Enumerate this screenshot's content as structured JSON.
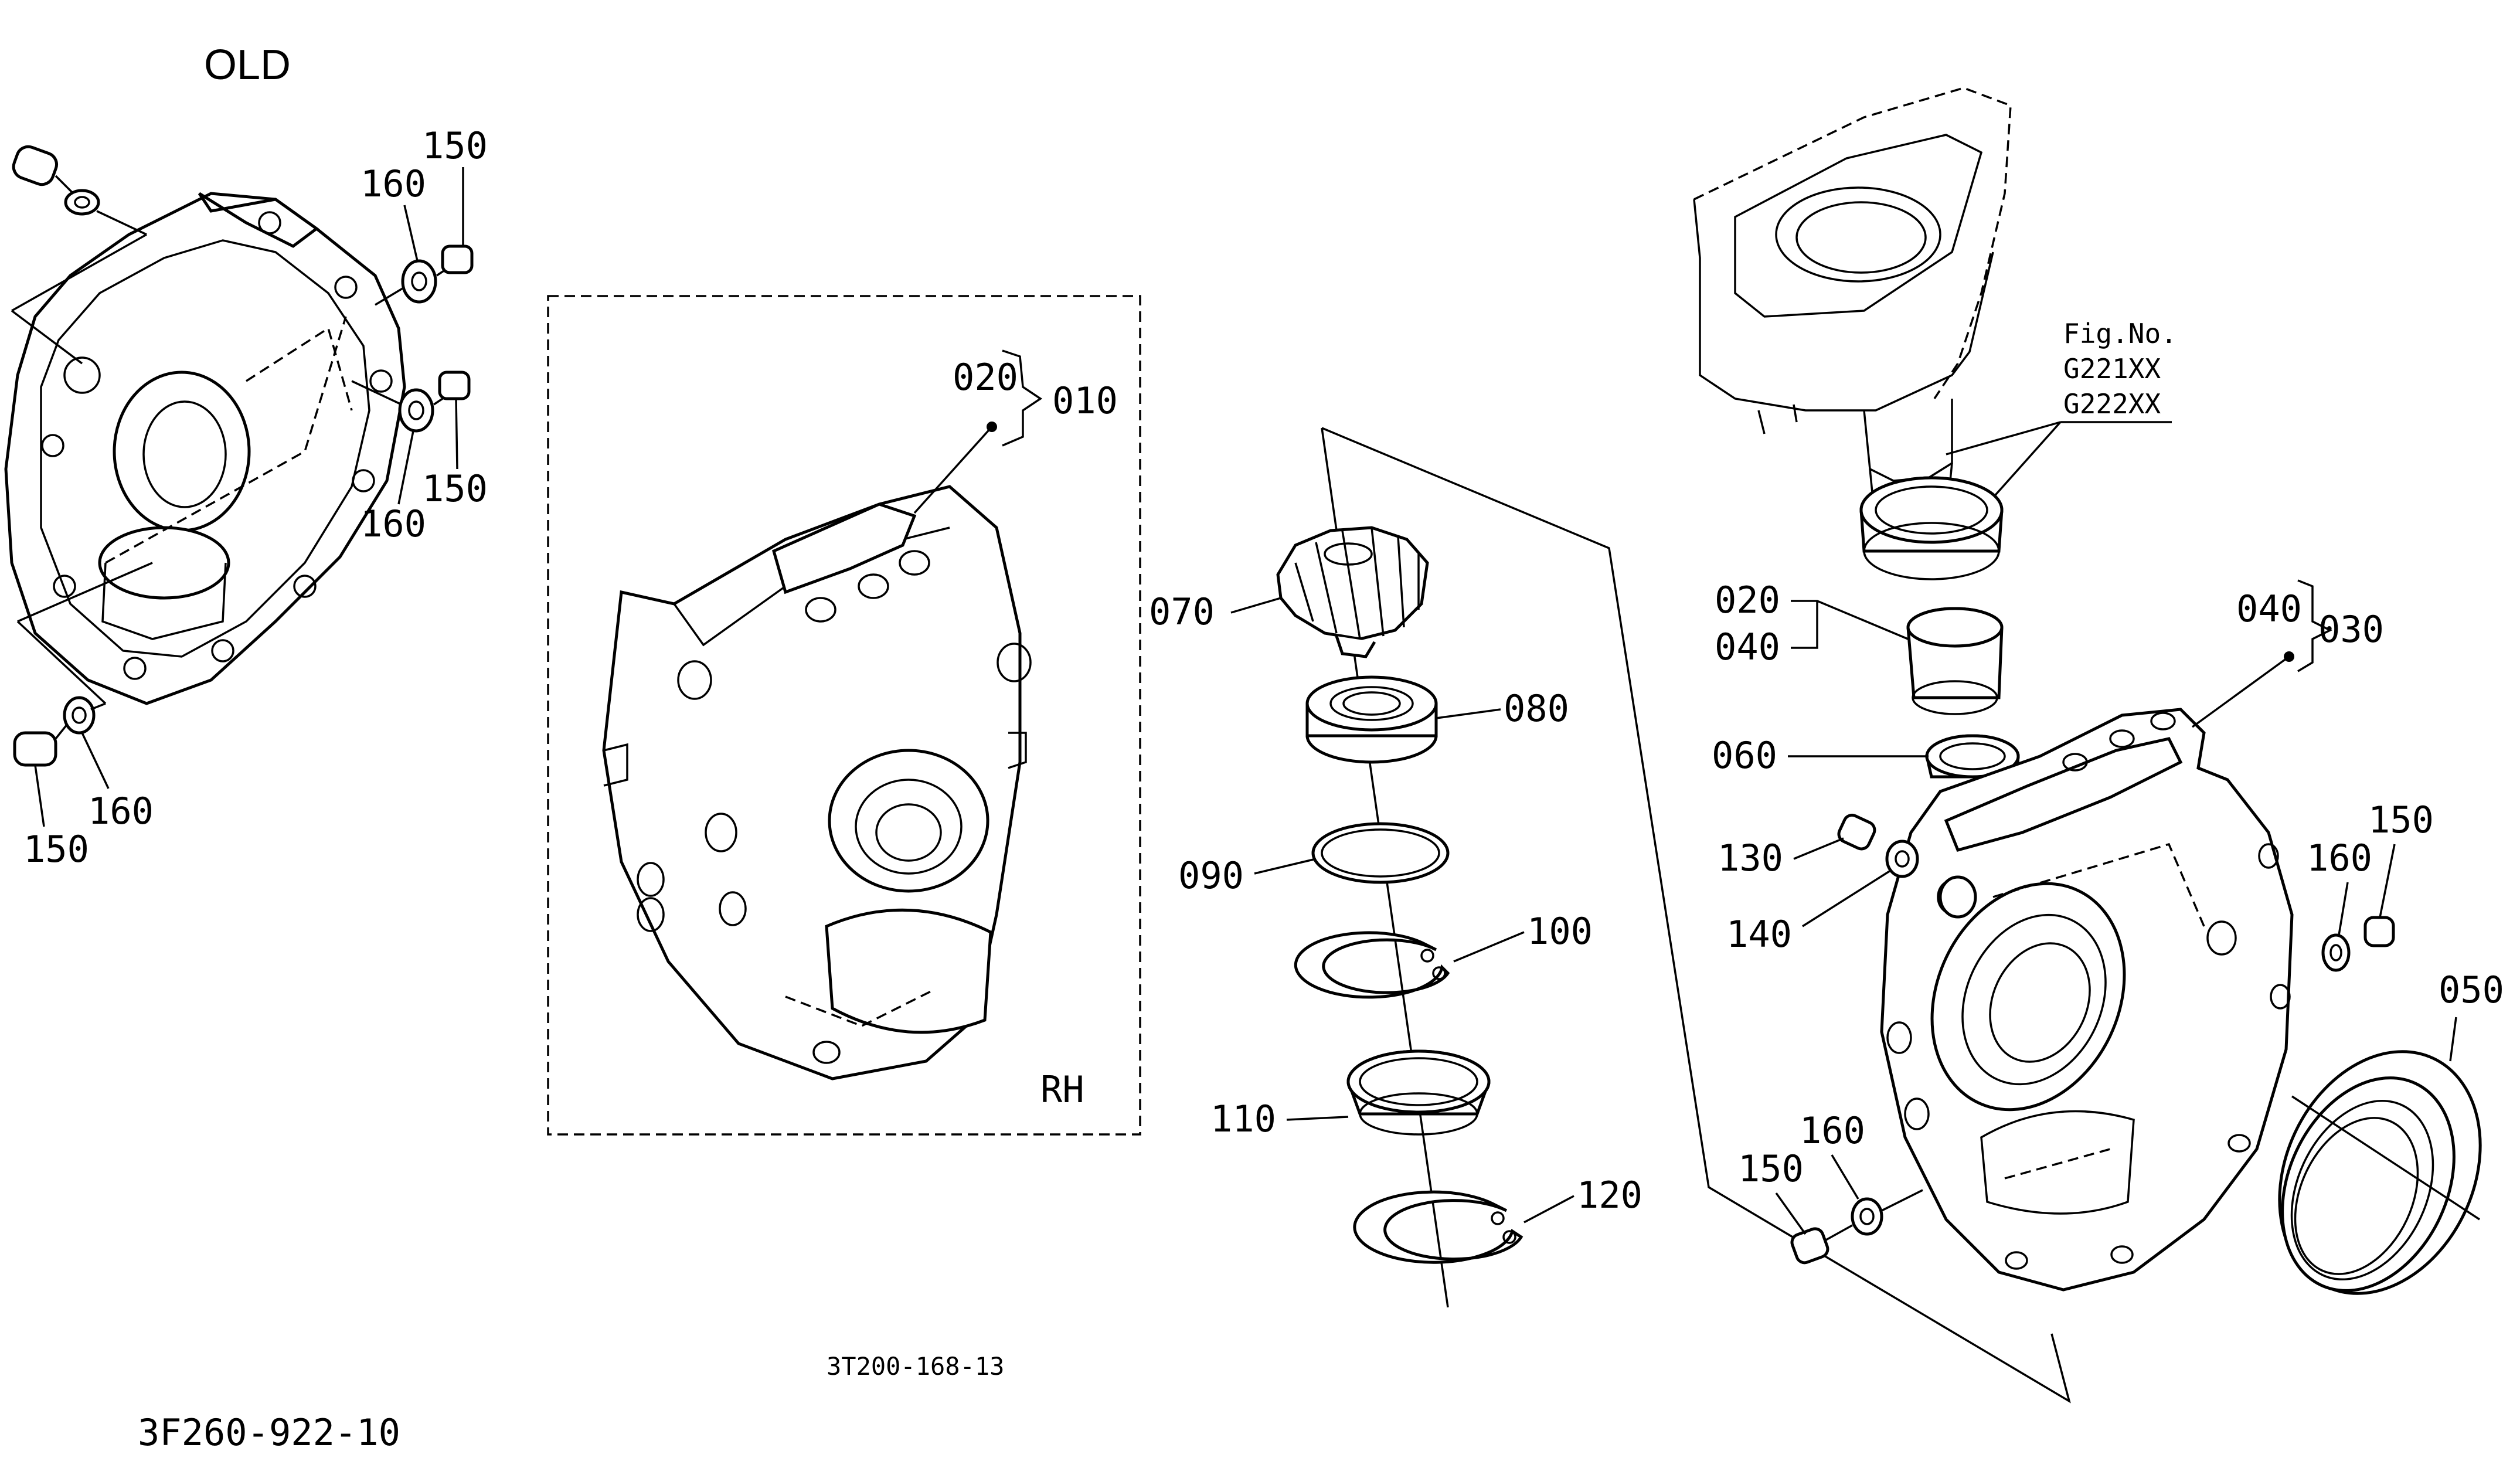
{
  "header": {
    "title": "OLD"
  },
  "codes": {
    "center": "3T200-168-13",
    "bottom_left": "3F260-922-10"
  },
  "panel": {
    "side_label": "RH"
  },
  "fig_note": {
    "heading": "Fig.No.",
    "lines": [
      "G221XX",
      "G222XX"
    ]
  },
  "labels": {
    "old_150_top": "150",
    "old_160_top": "160",
    "old_160_mid": "160",
    "old_150_mid": "150",
    "old_150_bot": "150",
    "old_160_bot": "160",
    "rh_020": "020",
    "rh_010": "010",
    "p070": "070",
    "p080": "080",
    "p090": "090",
    "p100": "100",
    "p110": "110",
    "p120": "120",
    "n020": "020",
    "n040": "040",
    "n060": "060",
    "n040b": "040",
    "n030": "030",
    "n130": "130",
    "n140": "140",
    "n150r": "150",
    "n160r": "160",
    "n050": "050",
    "n150b": "150",
    "n160b": "160"
  }
}
